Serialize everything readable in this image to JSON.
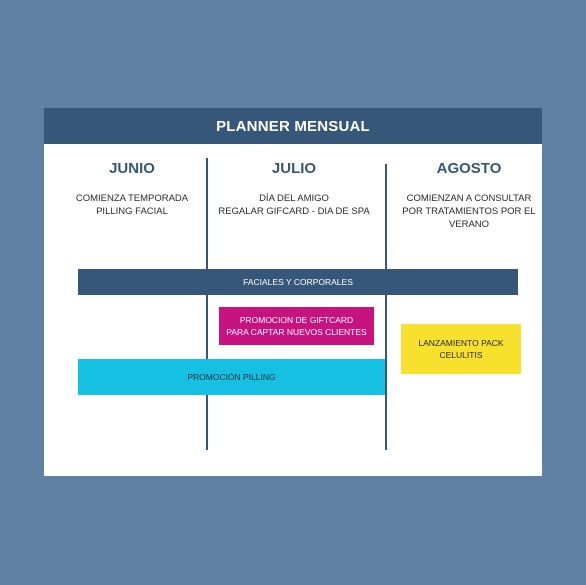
{
  "planner": {
    "title": "PLANNER MENSUAL",
    "months": [
      {
        "name": "JUNIO",
        "note": "COMIENZA TEMPORADA\nPILLING FACIAL"
      },
      {
        "name": "JULIO",
        "note": "DÍA DEL AMIGO\nREGALAR GIFCARD - DIA DE SPA"
      },
      {
        "name": "AGOSTO",
        "note": "COMIENZAN A CONSULTAR\nPOR TRATAMIENTOS POR EL\nVERANO"
      }
    ],
    "bars": {
      "faciales": "FACIALES Y CORPORALES",
      "giftcard": "PROMOCION DE GIFTCARD\nPARA CAPTAR NUEVOS CLIENTES",
      "pilling": "PROMOCIÓN PILLING",
      "celulitis": "LANZAMIENTO PACK\nCELULITIS"
    },
    "colors": {
      "background": "#5f7fa3",
      "header": "#36577a",
      "faciales": "#36577a",
      "giftcard": "#c8127f",
      "pilling": "#16c0e3",
      "celulitis": "#f7e12d"
    }
  }
}
